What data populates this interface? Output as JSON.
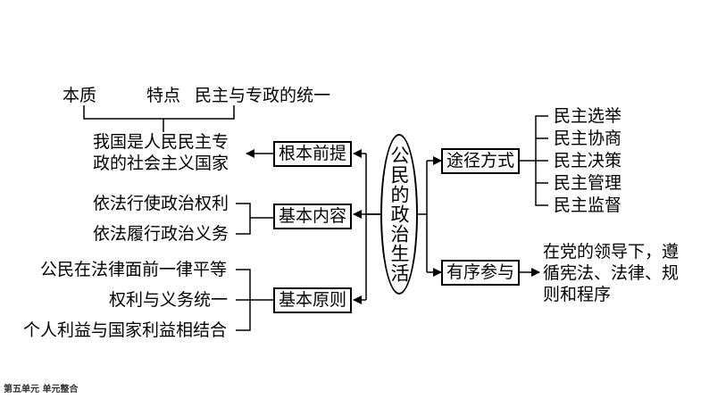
{
  "center": "公民的政治生活",
  "top_labels": {
    "essence": "本质",
    "feature": "特点",
    "unity": "民主与专政的统一"
  },
  "left": {
    "premise": {
      "label": "根本前提",
      "content_line1": "我国是人民民主专",
      "content_line2": "政的社会主义国家"
    },
    "content": {
      "label": "基本内容",
      "items": [
        "依法行使政治权利",
        "依法履行政治义务"
      ]
    },
    "principle": {
      "label": "基本原则",
      "items": [
        "公民在法律面前一律平等",
        "权利与义务统一",
        "个人利益与国家利益相结合"
      ]
    }
  },
  "right": {
    "ways": {
      "label": "途径方式",
      "items": [
        "民主选举",
        "民主协商",
        "民主决策",
        "民主管理",
        "民主监督"
      ]
    },
    "orderly": {
      "label": "有序参与",
      "content_line1": "在党的领导下，遵",
      "content_line2": "循宪法、法律、规",
      "content_line3": "则和程序"
    }
  },
  "footer": "第五单元 单元整合"
}
